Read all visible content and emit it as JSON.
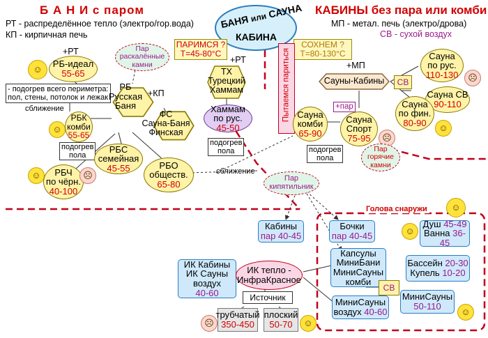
{
  "header": {
    "left_title": "Б А Н И  с  паром",
    "left_line1": "РТ - распределённое тепло (электро/гор.вода)",
    "left_line2": "КП - кирпичная печь",
    "center_top": "БАНЯ",
    "center_or": "или",
    "center_sauna": "САУНА",
    "center_cabin": "КАБИНА",
    "right_title": "КАБИНЫ без пара или комби",
    "right_line1": "МП - метал. печь (электро/дрова)",
    "right_line2": "СВ - сухой воздух"
  },
  "labels": {
    "rt1": "+РТ",
    "rt2": "+РТ",
    "kp": "+КП",
    "mp": "+МП",
    "par_plus": "+пар",
    "perimeter": "- подогрев всего периметра:\nпол, стены, потолок и лежак",
    "sblizhenie1": "сближение",
    "sblizhenie2": "сближение",
    "podogrev1": "подогрев\nпола",
    "podogrev2": "подогрев\nпола",
    "podogrev3": "подогрев\nпола",
    "golova": "Голова  снаружи",
    "istochnik": "Источник"
  },
  "nodes": {
    "parimsya_t": "ПАРИМСЯ ?",
    "parimsya_v": "Т=45-80°С",
    "sohnem_t": "СОХНЕМ ?",
    "sohnem_v": "Т=80-130°С",
    "par_kamni": "Пар\nраскалённые\nкамни",
    "pytaemsya": "Пытаемся париться",
    "rb_ideal_t": "РБ-идеал",
    "rb_ideal_v": "55-65",
    "rb_t": "РБ\nРусская\nБаня",
    "fs_t": "ФС\nСауна-Баня\nФинская",
    "tx_t": "ТХ\nТурецкий\nХаммам",
    "hammam_t": "Хаммам\nпо рус.",
    "hammam_v": "45-50",
    "rbk_t": "РБК\nкомби",
    "rbk_v": "55-65",
    "rbs_t": "РБС\nсемейная",
    "rbs_v": "45-55",
    "rbch_t": "РБЧ\nпо чёрн.",
    "rbch_v": "40-100",
    "rbo_t": "РБО\nобществ.",
    "rbo_v": "65-80",
    "sauny_kabiny": "Сауны-Кабины",
    "sv1": "СВ",
    "sv2": "СВ",
    "sauna_rus_t": "Сауна\nпо рус.",
    "sauna_rus_v": "110-130",
    "sauna_sv_t": "Сауна СВ",
    "sauna_sv_v": "90-110",
    "sauna_fin_t": "Сауна\nпо фин.",
    "sauna_fin_v": "80-90",
    "sauna_kombi_t": "Сауна\nкомби",
    "sauna_kombi_v": "65-90",
    "sauna_sport_t": "Сауна\nСпорт",
    "sauna_sport_v": "75-95",
    "par_goryachie": "Пар\nгорячие\nкамни",
    "par_kipyatilnik": "Пар\nкипятильник",
    "kabiny_t": "Кабины",
    "kabiny_v": "пар 40-45",
    "bochki_t": "Бочки",
    "bochki_v": "пар 40-45",
    "dush_t": "Душ",
    "dush_v": "45-49",
    "vanna_t": "Ванна",
    "vanna_v": "36-45",
    "kapsuly_t": "Капсулы\nМиниБани\nМиниСауны\nкомби",
    "bassein_t": "Бассейн",
    "bassein_v": "20-30",
    "kupel_t": "Купель",
    "kupel_v": "10-20",
    "minisauny1_t": "МиниСауны\nвоздух",
    "minisauny1_v": "40-60",
    "minisauny2_t": "МиниСауны",
    "minisauny2_v": "50-110",
    "ik_kabiny_t": "ИК Кабины\nИК Сауны\nвоздух",
    "ik_kabiny_v": "40-60",
    "ik_teplo": "ИК тепло -\nИнфраКрасное",
    "trubchaty_t": "трубчатый",
    "trubchaty_v": "350-450",
    "ploskiy_t": "плоский",
    "ploskiy_v": "50-70"
  },
  "colors": {
    "red": "#d10000",
    "magenta": "#9a1a8a",
    "blue_fill": "#cfe9fb",
    "yellow_fill": "#fff3a8",
    "pink_fill": "#fbd7e6",
    "lavender_fill": "#e2cdf3",
    "smiley": "#ffe23a"
  }
}
